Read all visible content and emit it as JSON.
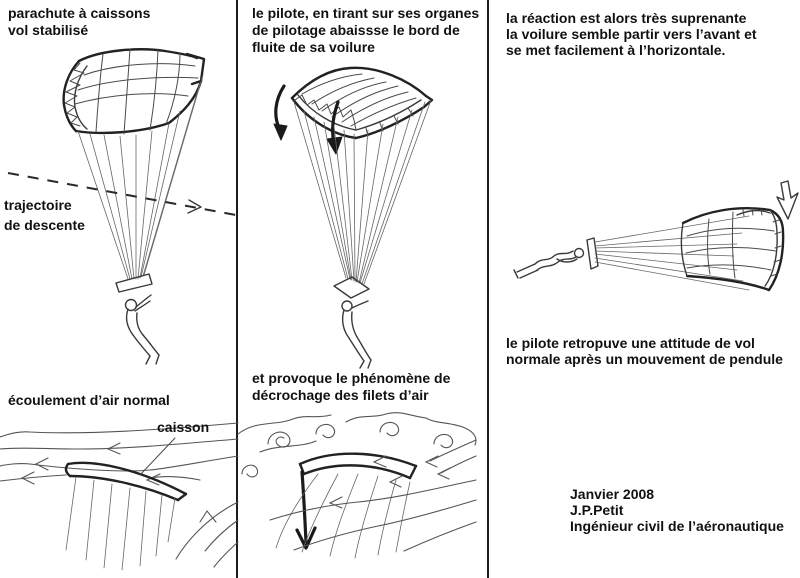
{
  "colors": {
    "background": "#ffffff",
    "text": "#111111",
    "sketch": "#4a4a4a",
    "sketch_bold": "#222222",
    "divider": "#1c1c1c"
  },
  "panel_left": {
    "title": "parachute à caissons\nvol stabilisé",
    "trajectory_label": "trajectoire\nde descente",
    "flow_caption": "écoulement d’air normal",
    "cell_label": "caisson"
  },
  "panel_middle": {
    "title": "le pilote, en tirant sur ses organes\nde pilotage abaissse le bord de\nfluite de sa voilure",
    "caption": "et provoque le phénomène de\ndécrochage des filets d’air"
  },
  "panel_right": {
    "title": "la réaction est alors très suprenante\nla voilure semble partir vers l’avant et\nse met facilement à l’horizontale.",
    "caption": "le pilote retropuve une attitude de vol\nnormale après un mouvement de pendule",
    "signature": "Janvier 2008\nJ.P.Petit\nIngénieur civil de l’aéronautique"
  }
}
